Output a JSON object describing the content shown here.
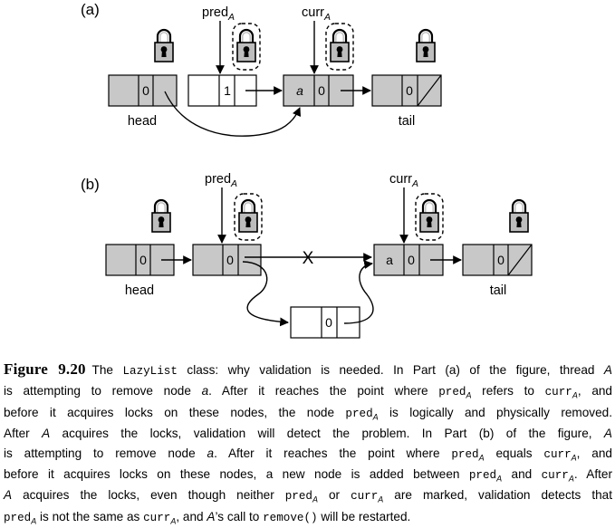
{
  "figure": {
    "part_a": {
      "label": "(a)",
      "pred_label": "pred",
      "pred_sub": "A",
      "curr_label": "curr",
      "curr_sub": "A",
      "nodes": {
        "head": {
          "mark": "0",
          "key": ""
        },
        "removed": {
          "mark": "1",
          "key": ""
        },
        "target": {
          "mark": "0",
          "key": "a"
        },
        "tail": {
          "mark": "0",
          "key": ""
        }
      },
      "head_label": "head",
      "tail_label": "tail"
    },
    "part_b": {
      "label": "(b)",
      "pred_label": "pred",
      "pred_sub": "A",
      "curr_label": "curr",
      "curr_sub": "A",
      "nodes": {
        "head": {
          "mark": "0",
          "key": ""
        },
        "pred": {
          "mark": "0",
          "key": ""
        },
        "target": {
          "mark": "0",
          "key": "a"
        },
        "tail": {
          "mark": "0",
          "key": ""
        },
        "inserted": {
          "mark": "0",
          "key": ""
        }
      },
      "head_label": "head",
      "tail_label": "tail",
      "cut_mark": "X"
    }
  },
  "caption": {
    "figure_number": "Figure 9.20",
    "lines": [
      [
        {
          "t": "The "
        },
        {
          "t": "LazyList",
          "s": "mono"
        },
        {
          "t": " class: why validation is needed. In Part (a) of the figure, thread "
        },
        {
          "t": "A",
          "s": "it"
        }
      ],
      [
        {
          "t": "is attempting to remove node "
        },
        {
          "t": "a",
          "s": "it"
        },
        {
          "t": ". After it reaches the point where "
        },
        {
          "t": "pred",
          "s": "mono"
        },
        {
          "t": "A",
          "s": "sub"
        },
        {
          "t": " refers to "
        },
        {
          "t": "curr",
          "s": "mono"
        },
        {
          "t": "A",
          "s": "sub"
        },
        {
          "t": ", and"
        }
      ],
      [
        {
          "t": "before it acquires locks on these nodes, the node "
        },
        {
          "t": "pred",
          "s": "mono"
        },
        {
          "t": "A",
          "s": "sub"
        },
        {
          "t": " is logically and physically removed."
        }
      ],
      [
        {
          "t": "After "
        },
        {
          "t": "A",
          "s": "it"
        },
        {
          "t": " acquires the locks, validation will detect the problem. In Part (b) of the figure, "
        },
        {
          "t": "A",
          "s": "it"
        }
      ],
      [
        {
          "t": "is attempting to remove node "
        },
        {
          "t": "a",
          "s": "it"
        },
        {
          "t": ". After it reaches the point where "
        },
        {
          "t": "pred",
          "s": "mono"
        },
        {
          "t": "A",
          "s": "sub"
        },
        {
          "t": " equals "
        },
        {
          "t": "curr",
          "s": "mono"
        },
        {
          "t": "A",
          "s": "sub"
        },
        {
          "t": ", and"
        }
      ],
      [
        {
          "t": "before it acquires locks on these nodes, a new node is added between "
        },
        {
          "t": "pred",
          "s": "mono"
        },
        {
          "t": "A",
          "s": "sub"
        },
        {
          "t": " and "
        },
        {
          "t": "curr",
          "s": "mono"
        },
        {
          "t": "A",
          "s": "sub"
        },
        {
          "t": ". After"
        }
      ],
      [
        {
          "t": "A",
          "s": "it"
        },
        {
          "t": " acquires the locks, even though neither "
        },
        {
          "t": "pred",
          "s": "mono"
        },
        {
          "t": "A",
          "s": "sub"
        },
        {
          "t": " or "
        },
        {
          "t": "curr",
          "s": "mono"
        },
        {
          "t": "A",
          "s": "sub"
        },
        {
          "t": " are marked, validation detects that"
        }
      ],
      [
        {
          "t": "pred",
          "s": "mono"
        },
        {
          "t": "A",
          "s": "sub"
        },
        {
          "t": " is not the same as "
        },
        {
          "t": "curr",
          "s": "mono"
        },
        {
          "t": "A",
          "s": "sub"
        },
        {
          "t": ", and "
        },
        {
          "t": "A",
          "s": "it"
        },
        {
          "t": "’s call to "
        },
        {
          "t": "remove()",
          "s": "mono"
        },
        {
          "t": " will be restarted."
        }
      ]
    ]
  },
  "colors": {
    "node_fill": "#c8c8c8",
    "node_fill_white": "#ffffff",
    "stroke": "#000000"
  }
}
